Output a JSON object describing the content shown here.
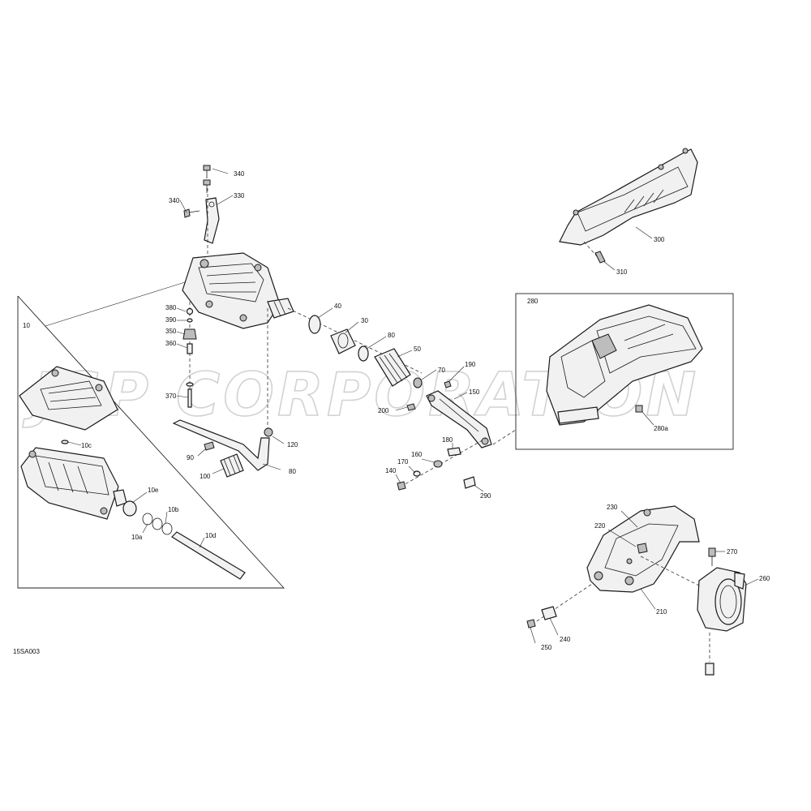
{
  "figure_code": "15SA003",
  "watermark": "JSP CORPORATION",
  "callouts": {
    "c340a": "340",
    "c340b": "340",
    "c330": "330",
    "c380": "380",
    "c390": "390",
    "c350": "350",
    "c360": "360",
    "c370": "370",
    "c10": "10",
    "c10c": "10c",
    "c10e": "10e",
    "c10b": "10b",
    "c10a": "10a",
    "c10d": "10d",
    "c90": "90",
    "c100": "100",
    "c120": "120",
    "c80b": "80",
    "c40": "40",
    "c30": "30",
    "c80a": "80",
    "c50": "50",
    "c70": "70",
    "c190": "190",
    "c150": "150",
    "c200": "200",
    "c180": "180",
    "c160": "160",
    "c170": "170",
    "c140": "140",
    "c290": "290",
    "c300": "300",
    "c310": "310",
    "c280": "280",
    "c280a": "280a",
    "c230": "230",
    "c220": "220",
    "c210": "210",
    "c270": "270",
    "c260": "260",
    "c240": "240",
    "c250": "250"
  },
  "colors": {
    "line": "#1a1a1a",
    "fill": "#f1f1f1",
    "watermark": "#d2d2d2"
  }
}
